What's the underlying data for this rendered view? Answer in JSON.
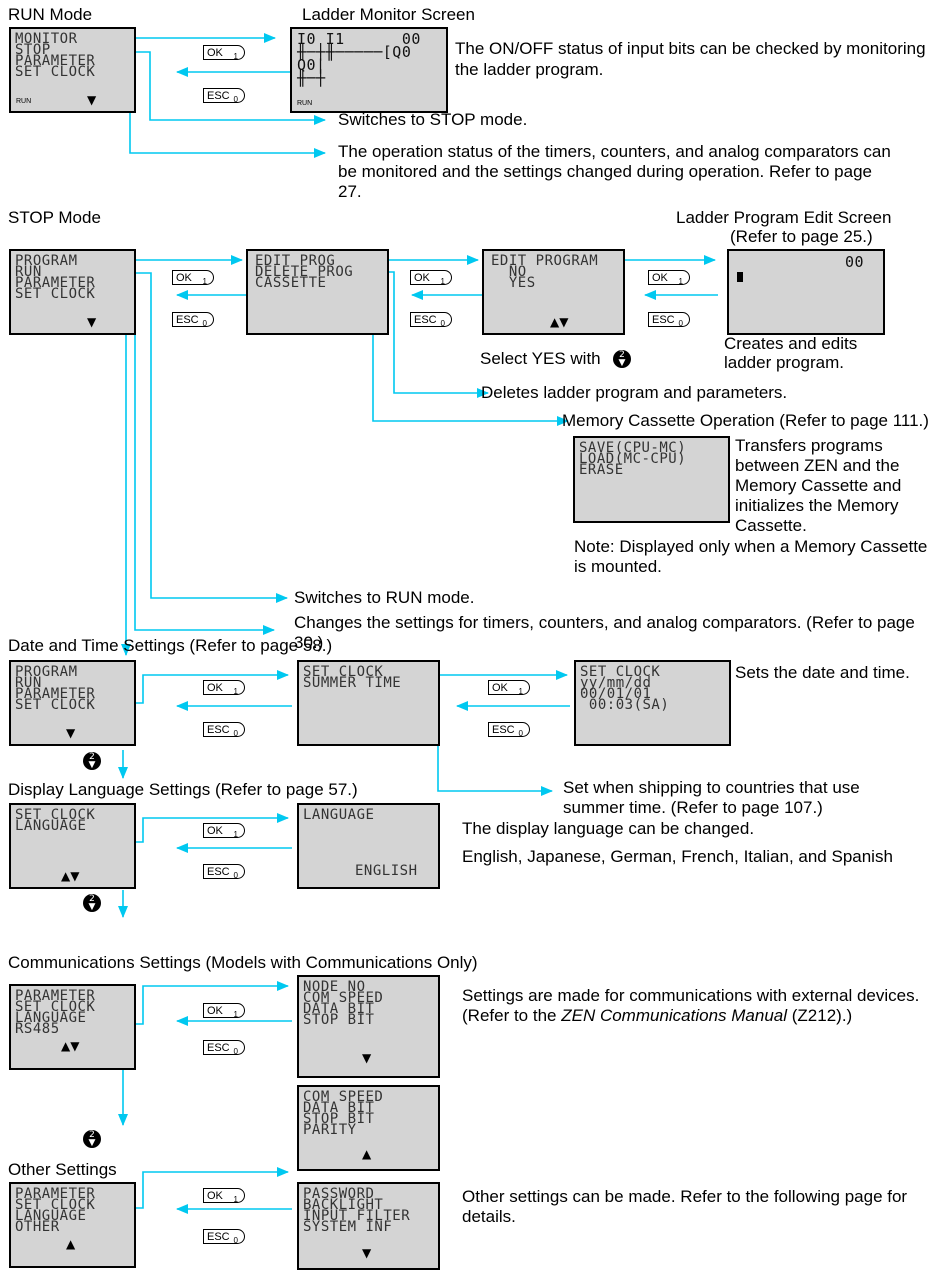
{
  "colors": {
    "arrow": "#00c8f0",
    "lcd_bg": "#d4d4d4"
  },
  "buttons": {
    "ok": "OK",
    "ok_sub": "1",
    "esc": "ESC",
    "esc_sub": "0"
  },
  "icons": {
    "down_key": "down-arrow-key-2",
    "down_key_num": "2",
    "down_key_arrow": "▼"
  },
  "run_mode": {
    "title": "RUN Mode",
    "lcd": [
      "MONITOR",
      "STOP",
      "PARAMETER",
      "SET CLOCK"
    ],
    "lcd_status": "RUN",
    "lcd_arrows": "▼",
    "ladder_title": "Ladder Monitor Screen",
    "ladder_lcd": [
      "I0 I1      00",
      "╫─┼╫─────[Q0",
      "Q0|",
      "╫─┼"
    ],
    "ladder_status": "RUN",
    "ladder_desc": "The ON/OFF status of input bits can be checked by monitoring the ladder program.",
    "stop_desc": "Switches to STOP mode.",
    "param_desc": "The operation status of the timers, counters, and analog comparators can be monitored and the settings changed during operation. Refer to page 27."
  },
  "stop_mode": {
    "title": "STOP Mode",
    "lcd": [
      "PROGRAM",
      "RUN",
      "PARAMETER",
      "SET CLOCK"
    ],
    "lcd_arrows": "▼",
    "prog_lcd": [
      "EDIT PROG",
      "DELETE PROG",
      "CASSETTE"
    ],
    "edit_lcd": [
      "EDIT PROGRAM",
      "  NO",
      "  YES"
    ],
    "edit_arrows": "▲▼",
    "edit_screen_title": "Ladder Program Edit Screen",
    "edit_screen_ref": "(Refer to page 25.)",
    "edit_screen_lcd": "00",
    "edit_screen_desc": "Creates and edits ladder program.",
    "select_yes": "Select YES with",
    "delete_desc": "Deletes ladder program and parameters.",
    "cassette_desc": "Memory Cassette Operation (Refer to page 111.)",
    "cassette_lcd": [
      "SAVE(CPU-MC)",
      "LOAD(MC-CPU)",
      "ERASE"
    ],
    "cassette_transfer": "Transfers programs between ZEN and the Memory Cassette and initializes the Memory Cassette.",
    "cassette_note": "Note: Displayed only when a Memory Cassette is mounted.",
    "run_desc": "Switches to RUN mode.",
    "param_desc": "Changes the settings for timers, counters, and analog comparators. (Refer to page 30.)"
  },
  "date_time": {
    "title": "Date and Time Settings (Refer to page 58.)",
    "lcd": [
      "PROGRAM",
      "RUN",
      "PARAMETER",
      "SET CLOCK"
    ],
    "lcd_arrows": "▼",
    "clock_lcd": [
      "SET CLOCK",
      "SUMMER TIME"
    ],
    "set_lcd": [
      "SET CLOCK",
      "yy/mm/dd",
      "00/01/01",
      " 00:03(SA)"
    ],
    "set_desc": "Sets the date and time.",
    "summer_desc": "Set when shipping to countries that use summer time. (Refer to page 107.)"
  },
  "language": {
    "title": "Display Language Settings (Refer to page 57.)",
    "lcd": [
      "SET CLOCK",
      "LANGUAGE"
    ],
    "lcd_arrows": "▲▼",
    "lang_lcd_title": "LANGUAGE",
    "lang_lcd_value": "ENGLISH",
    "desc1": "The display language can be changed.",
    "desc2": "English, Japanese, German, French, Italian, and Spanish"
  },
  "comms": {
    "title": "Communications Settings (Models with Communications Only)",
    "lcd": [
      "PARAMETER",
      "SET CLOCK",
      "LANGUAGE",
      "RS485"
    ],
    "lcd_arrows": "▲▼",
    "node_lcd": [
      "NODE NO",
      "COM SPEED",
      "DATA BIT",
      "STOP BIT"
    ],
    "node_arrows": "▼",
    "speed_lcd": [
      "COM SPEED",
      "DATA BIT",
      "STOP BIT",
      "PARITY"
    ],
    "speed_arrows": "▲",
    "desc_pre": "Settings are made for communications with external devices. (Refer to the ",
    "desc_manual": "ZEN Communications Manual",
    "desc_post": " (Z212).)"
  },
  "other": {
    "title": "Other Settings",
    "lcd": [
      "PARAMETER",
      "SET CLOCK",
      "LANGUAGE",
      "OTHER"
    ],
    "lcd_arrows": "▲",
    "other_lcd": [
      "PASSWORD",
      "BACKLIGHT",
      "INPUT FILTER",
      "SYSTEM INF"
    ],
    "other_arrows": "▼",
    "desc": "Other settings can be made. Refer to the following page for details."
  }
}
